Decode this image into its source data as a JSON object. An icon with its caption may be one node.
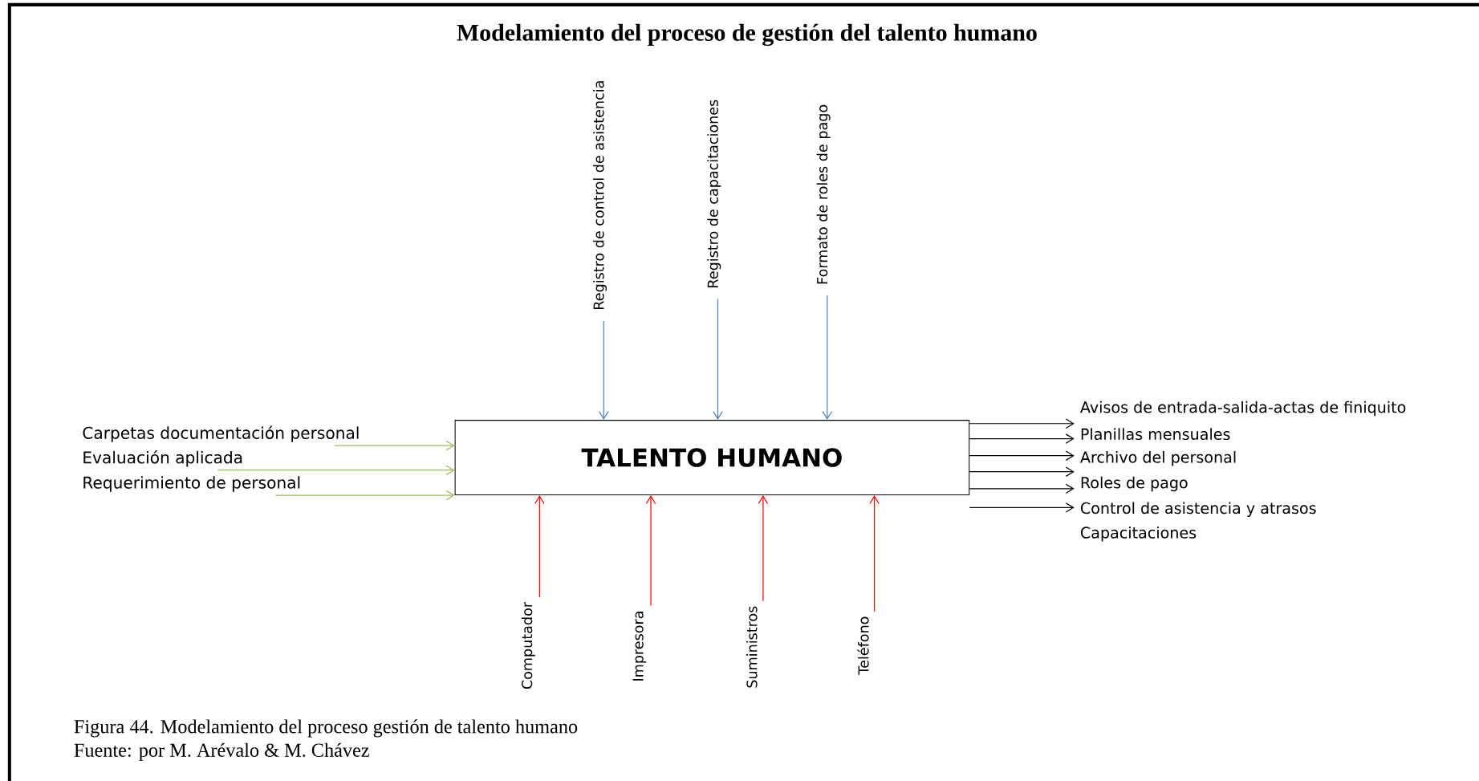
{
  "diagram": {
    "title": "Modelamiento del proceso de gestión del talento humano",
    "caption": "Figura 44. Modelamiento del proceso gestión de talento humano",
    "nodes": [
      {
        "text": [
          "TALENTO HUMANO"
        ]
      },
      {
        "text": [
          "Carpetas documentación personal"
        ]
      },
      {
        "text": [
          "Evaluación aplicada"
        ]
      },
      {
        "text": [
          "Requerimiento de personal"
        ]
      },
      {
        "text": [
          "Registro de control de asistencia"
        ]
      },
      {
        "text": [
          "Registro de capacitaciones"
        ]
      },
      {
        "text": [
          "Formato de roles de pago"
        ]
      },
      {
        "text": [
          "Computador"
        ]
      },
      {
        "text": [
          "Impresora"
        ]
      },
      {
        "text": [
          "Suministros"
        ]
      },
      {
        "text": [
          "Teléfono"
        ]
      },
      {
        "text": [
          "Avisos de entrada-salida-actas de finiquito"
        ]
      },
      {
        "text": [
          "Planillas mensuales"
        ]
      },
      {
        "text": [
          "Archivo del personal"
        ]
      },
      {
        "text": [
          "Roles de pago"
        ]
      },
      {
        "text": [
          "Control de asistencia y atrasos"
        ]
      },
      {
        "text": [
          "Capacitaciones"
        ]
      }
    ],
    "edges": [
      {
        "from": 1,
        "to": 0,
        "arrow": "to",
        "color": "#9bbb59"
      },
      {
        "from": 2,
        "to": 0,
        "arrow": "to",
        "color": "#9bbb59"
      },
      {
        "from": 3,
        "to": 0,
        "arrow": "to",
        "color": "#9bbb59"
      },
      {
        "from": 4,
        "to": 0,
        "arrow": "to",
        "color": "#4f81bd"
      },
      {
        "from": 5,
        "to": 0,
        "arrow": "to",
        "color": "#4f81bd"
      },
      {
        "from": 6,
        "to": 0,
        "arrow": "to",
        "color": "#4f81bd"
      },
      {
        "from": 7,
        "to": 0,
        "arrow": "to",
        "color": "#ff0000"
      },
      {
        "from": 8,
        "to": 0,
        "arrow": "to",
        "color": "#ff0000"
      },
      {
        "from": 9,
        "to": 0,
        "arrow": "to",
        "color": "#ff0000"
      },
      {
        "from": 10,
        "to": 0,
        "arrow": "to",
        "color": "#ff0000"
      },
      {
        "from": 0,
        "to": 11,
        "arrow": "to"
      },
      {
        "from": 0,
        "to": 12,
        "arrow": "to"
      },
      {
        "from": 0,
        "to": 13,
        "arrow": "to"
      },
      {
        "from": 0,
        "to": 14,
        "arrow": "to"
      },
      {
        "from": 0,
        "to": 15,
        "arrow": "to"
      },
      {
        "from": 0,
        "to": 16,
        "arrow": "to"
      }
    ],
    "labels": [
      "Fuente: por M. Arévalo & M. Chávez"
    ]
  }
}
